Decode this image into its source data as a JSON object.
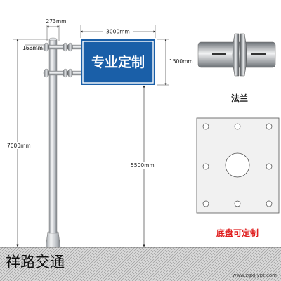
{
  "sign": {
    "text": "专业定制"
  },
  "dimensions": {
    "arm_width": "273mm",
    "sign_width": "3000mm",
    "sign_height": "1500mm",
    "arm_spacing": "168mm",
    "pole_height": "7000mm",
    "clearance_height": "5500mm"
  },
  "flange": {
    "caption": "法兰"
  },
  "base_plate": {
    "caption": "底盘可定制"
  },
  "brand": {
    "text": "祥路交通"
  },
  "watermark": {
    "text": "www.zgxjjypt.com"
  },
  "colors": {
    "sign_blue": "#1a5fa8",
    "sign_border": "#ffffff",
    "caption_red": "#e02020",
    "pole_gray": "#c8ccd0"
  }
}
